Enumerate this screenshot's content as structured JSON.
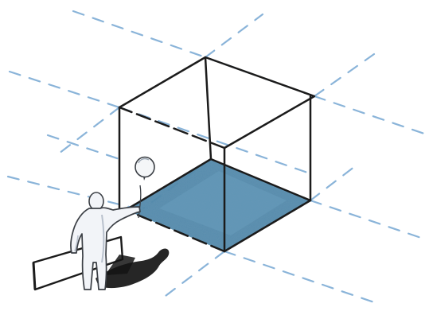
{
  "scene": {
    "colors": {
      "background": "#ffffff",
      "guide_lines": "#8ab4d9",
      "cube_edges": "#1b1b1b",
      "floor_fill": "#4f88aa",
      "figure_fill": "#f2f4f8",
      "figure_outline": "#3b3f45",
      "shadow": "#141414",
      "balloon": "#f4f6f8"
    },
    "icons": [
      "wireframe-cube",
      "standing-person",
      "balloon",
      "door-panel",
      "shadow"
    ]
  }
}
